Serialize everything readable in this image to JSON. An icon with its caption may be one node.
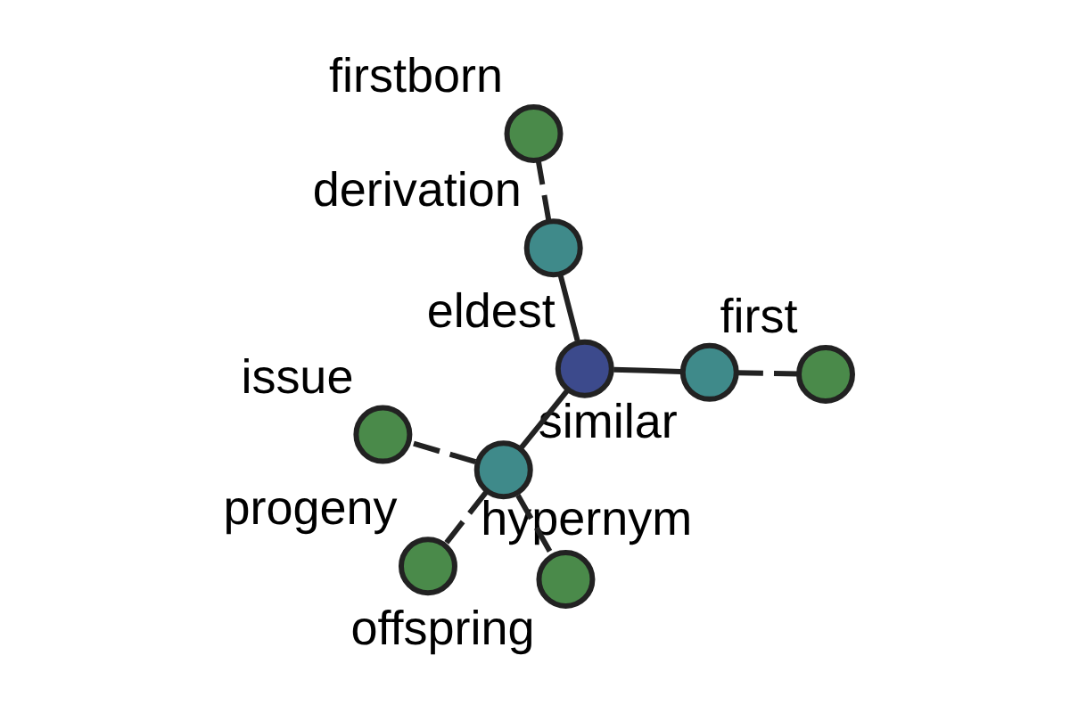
{
  "diagram": {
    "nodes": [
      {
        "text": [
          "eldest"
        ]
      },
      {
        "text": [
          "similar"
        ]
      },
      {
        "text": [
          "first"
        ]
      },
      {
        "text": [
          "derivation"
        ]
      },
      {
        "text": [
          "firstborn"
        ]
      },
      {
        "text": [
          "hypernym"
        ]
      },
      {
        "text": [
          "issue"
        ]
      },
      {
        "text": [
          "offspring"
        ]
      },
      {
        "text": [
          "progeny"
        ]
      }
    ],
    "edges": [
      {
        "from": 0,
        "to": 1,
        "arrow": "none"
      },
      {
        "from": 1,
        "to": 2,
        "arrow": "none",
        "style": "dashed"
      },
      {
        "from": 0,
        "to": 3,
        "arrow": "none"
      },
      {
        "from": 3,
        "to": 4,
        "arrow": "none",
        "style": "dashed"
      },
      {
        "from": 0,
        "to": 5,
        "arrow": "none"
      },
      {
        "from": 5,
        "to": 6,
        "arrow": "none",
        "style": "dashed"
      },
      {
        "from": 5,
        "to": 7,
        "arrow": "none",
        "style": "dashed"
      },
      {
        "from": 5,
        "to": 8,
        "arrow": "none",
        "style": "dashed"
      }
    ]
  }
}
